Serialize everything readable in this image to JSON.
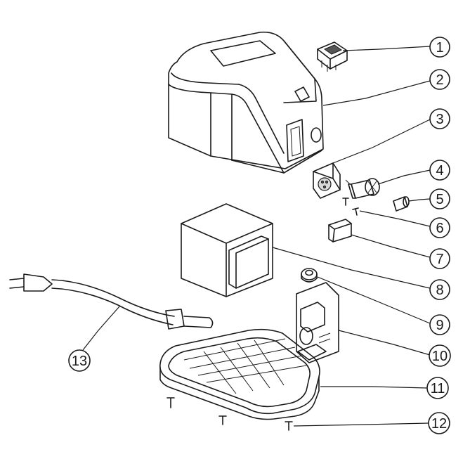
{
  "callouts": [
    {
      "id": "1",
      "label": "1"
    },
    {
      "id": "2",
      "label": "2"
    },
    {
      "id": "3",
      "label": "3"
    },
    {
      "id": "4",
      "label": "4"
    },
    {
      "id": "5",
      "label": "5"
    },
    {
      "id": "6",
      "label": "6"
    },
    {
      "id": "7",
      "label": "7"
    },
    {
      "id": "8",
      "label": "8"
    },
    {
      "id": "9",
      "label": "9"
    },
    {
      "id": "10",
      "label": "10"
    },
    {
      "id": "11",
      "label": "11"
    },
    {
      "id": "12",
      "label": "12"
    },
    {
      "id": "13",
      "label": "13"
    }
  ],
  "parts": [
    {
      "callout": "1",
      "icon": "rocker-switch-icon"
    },
    {
      "callout": "2",
      "icon": "top-housing-cover-icon"
    },
    {
      "callout": "3",
      "icon": "xlr-socket-icon"
    },
    {
      "callout": "4",
      "icon": "fuse-holder-icon"
    },
    {
      "callout": "5",
      "icon": "fuse-icon"
    },
    {
      "callout": "6",
      "icon": "small-screw-icon"
    },
    {
      "callout": "7",
      "icon": "rubber-pad-icon"
    },
    {
      "callout": "8",
      "icon": "transformer-icon"
    },
    {
      "callout": "9",
      "icon": "ring-core-icon"
    },
    {
      "callout": "10",
      "icon": "circuit-board-icon"
    },
    {
      "callout": "11",
      "icon": "base-plate-icon"
    },
    {
      "callout": "12",
      "icon": "base-screw-icon"
    },
    {
      "callout": "13",
      "icon": "power-cord-icon"
    }
  ],
  "colors": {
    "line": "#1a1a1a",
    "background": "#ffffff"
  }
}
